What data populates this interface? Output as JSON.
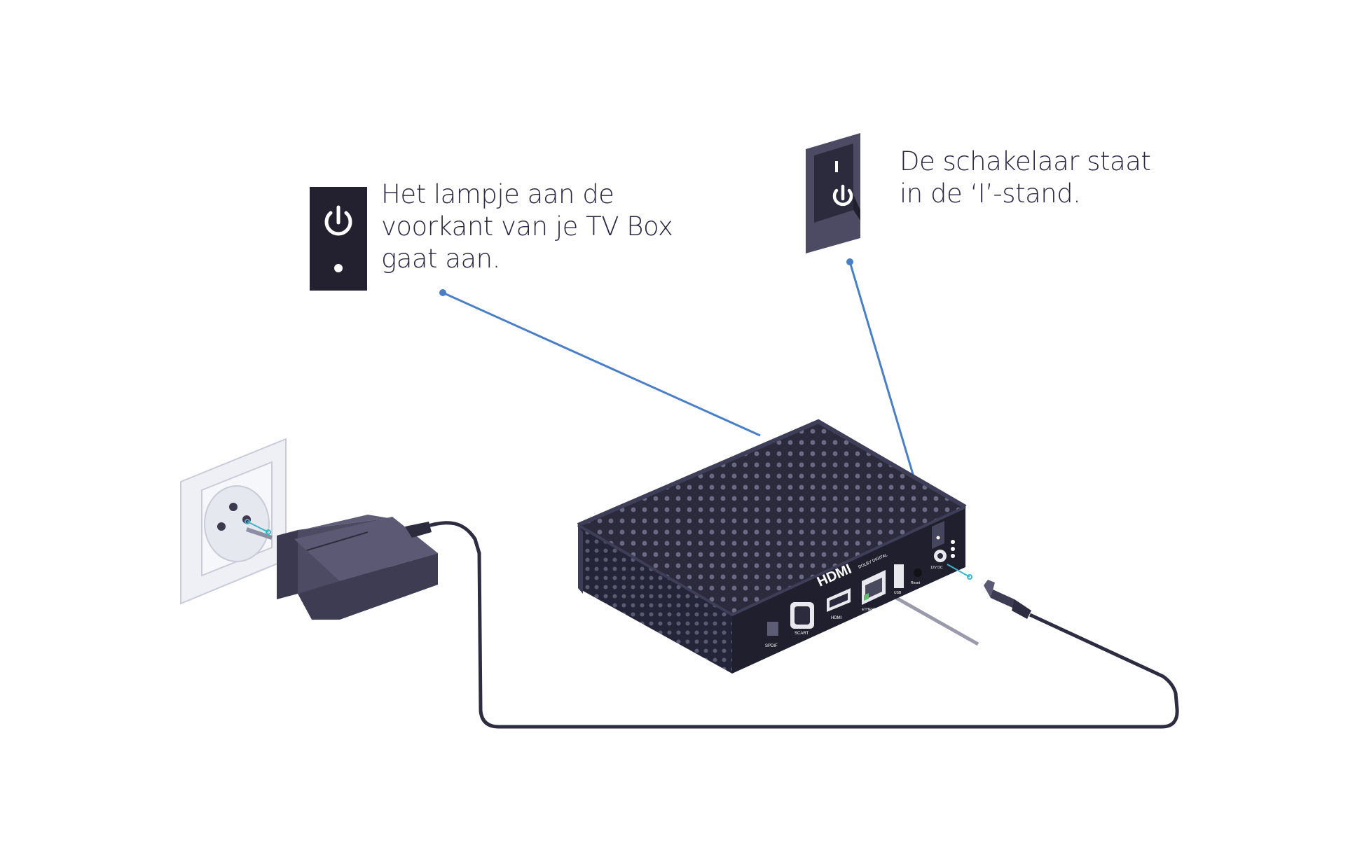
{
  "callouts": {
    "led_text": "Het lampje aan de\nvoorkant van je TV Box\ngaat aan.",
    "switch_text": "De schakelaar staat\nin de ‘I’-stand."
  },
  "switch_icon": {
    "top_mark": "I"
  },
  "box_labels": {
    "hdmi_logo": "HDMI",
    "dolby_logo": "DOLBY DIGITAL",
    "spdif": "SPDIF",
    "scart": "SCART",
    "hdmi": "HDMI",
    "ethernet": "ETHERNET",
    "usb": "USB",
    "reset": "Reset",
    "power_in": "12V DC"
  },
  "colors": {
    "callout_line": "#4a7fc6",
    "device": "#2b2b3d",
    "adapter": "#4d4b63",
    "text": "#2b2740"
  },
  "icons": [
    "power-icon",
    "led-dot-icon",
    "rocker-switch-icon",
    "wall-socket-icon"
  ]
}
